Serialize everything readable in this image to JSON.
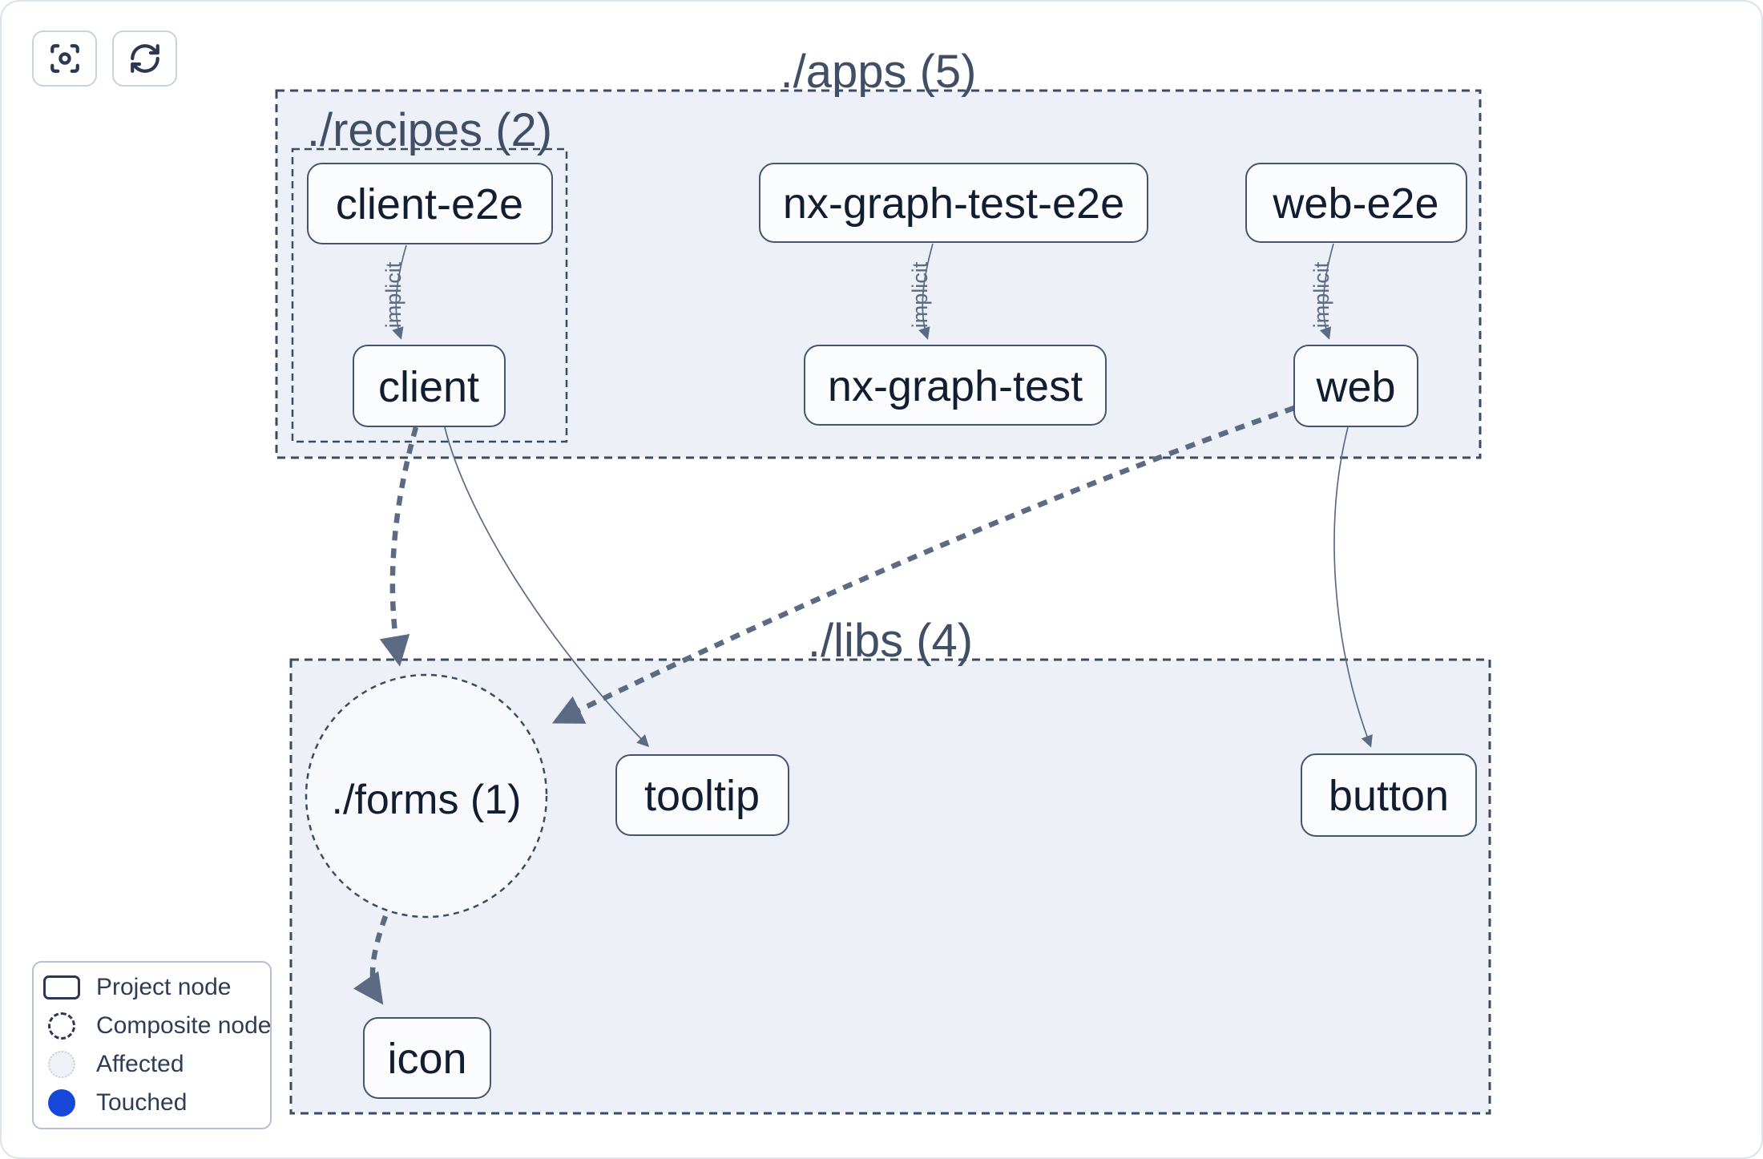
{
  "toolbar": {
    "buttons": [
      {
        "icon": "focus-icon"
      },
      {
        "icon": "refresh-icon"
      }
    ]
  },
  "graph": {
    "groups": {
      "apps": {
        "label": "./apps (5)"
      },
      "recipes": {
        "label": "./recipes (2)"
      },
      "libs": {
        "label": "./libs (4)"
      },
      "forms": {
        "label": "./forms (1)",
        "shape": "composite-circle"
      }
    },
    "nodes": {
      "client_e2e": "client-e2e",
      "client": "client",
      "nx_graph_test_e2e": "nx-graph-test-e2e",
      "nx_graph_test": "nx-graph-test",
      "web_e2e": "web-e2e",
      "web": "web",
      "tooltip": "tooltip",
      "button": "button",
      "icon": "icon"
    },
    "edge_label": "implicit",
    "edges": [
      {
        "source": "client-e2e",
        "target": "client",
        "label": "implicit",
        "style": "solid-thin"
      },
      {
        "source": "nx-graph-test-e2e",
        "target": "nx-graph-test",
        "label": "implicit",
        "style": "solid-thin"
      },
      {
        "source": "web-e2e",
        "target": "web",
        "label": "implicit",
        "style": "solid-thin"
      },
      {
        "source": "client",
        "target": "./forms (1)",
        "style": "dashed-thick"
      },
      {
        "source": "client",
        "target": "tooltip",
        "style": "solid-thin"
      },
      {
        "source": "web",
        "target": "./forms (1)",
        "style": "dashed-thick"
      },
      {
        "source": "web",
        "target": "button",
        "style": "solid-thin"
      },
      {
        "source": "./forms (1)",
        "target": "icon",
        "style": "dashed-thick"
      }
    ]
  },
  "legend": {
    "items": [
      {
        "swatch": "project-node",
        "label": "Project node"
      },
      {
        "swatch": "composite-node",
        "label": "Composite node"
      },
      {
        "swatch": "affected",
        "label": "Affected"
      },
      {
        "swatch": "touched",
        "label": "Touched"
      }
    ]
  },
  "colors": {
    "container_fill": "#edf1f7",
    "node_fill": "#fbfcfe",
    "forms_fill": "#f7f9fc",
    "edge": "#5c6b83",
    "border_dark": "#3d4b61",
    "node_border": "#47546e",
    "text_dark": "#131d31",
    "title": "#414f66",
    "touched_blue": "#1747d8",
    "card_border": "#dde3eb",
    "legend_border": "#b3c0d0",
    "legend_text": "#2f3c55",
    "icon_dark": "#2b3850",
    "affected_fill": "#eef1f6",
    "affected_border": "#c9d2dd",
    "btn_border": "#c7d3e0"
  }
}
